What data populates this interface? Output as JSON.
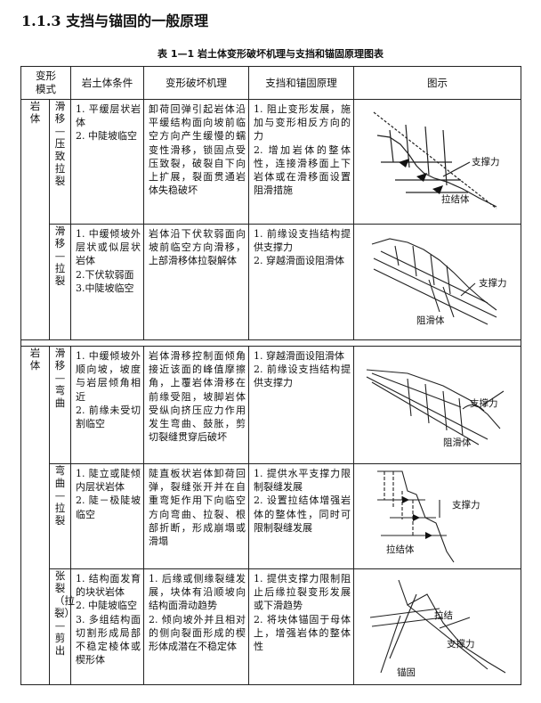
{
  "section_title": "1.1.3 支挡与锚固的一般原理",
  "table_caption": "表 1—1  岩土体变形破坏机理与支挡和锚固原理图表",
  "headers": {
    "deform_mode": "变形模式",
    "condition": "岩土体条件",
    "mechanism": "变形破坏机理",
    "principle": "支挡和锚固原理",
    "figure": "图示"
  },
  "groups": [
    {
      "category": "岩体"
    },
    {
      "category": "岩体"
    }
  ],
  "rows": [
    {
      "mode": "滑移—压致拉裂",
      "condition": "1. 平缓层状岩体\n2. 中陡坡临空",
      "mechanism": "卸荷回弹引起岩体沿平缓结构面向坡前临空方向产生缓慢的蠕变性滑移，锁固点受压致裂，破裂自下向上扩展，裂面贯通岩体失稳破坏",
      "principle": "1. 阻止变形发展，施加与变形相反方向的力\n2. 增加岩体的整体性，连接滑移面上下岩体或在滑移面设置阻滑措施",
      "labels": [
        "支撑力",
        "拉结体"
      ]
    },
    {
      "mode": "滑移—拉裂",
      "condition": "1. 中缓倾坡外层状或似层状岩体\n2.下伏软弱面\n3.中陡坡临空",
      "mechanism": "岩体沿下伏软弱面向坡前临空方向滑移，上部滑移体拉裂解体",
      "principle": "1. 前缘设支挡结构提供支撑力\n2. 穿越滑面设阻滑体",
      "labels": [
        "支撑力",
        "阻滑体"
      ]
    },
    {
      "mode": "滑移—弯曲",
      "condition": "1. 中缓倾坡外顺向坡，坡度与岩层倾角相近\n2. 前缘未受切割临空",
      "mechanism": "岩体滑移控制面倾角接近该面的峰值摩擦角，上覆岩体滑移在前缘受阻，坡脚岩体受纵向挤压应力作用发生弯曲、鼓胀，剪切裂缝贯穿后破坏",
      "principle": "1. 穿越滑面设阻滑体\n2. 前缘设支挡结构提供支撑力",
      "labels": [
        "支撑力",
        "阻滑体"
      ]
    },
    {
      "mode": "弯曲—拉裂",
      "condition": "1. 陡立或陡倾内层状岩体\n2. 陡－极陡坡临空",
      "mechanism": "陡直板状岩体卸荷回弹，裂缝张开并在自重弯矩作用下向临空方向弯曲、拉裂、根部折断，形成崩塌或滑塌",
      "principle": "1. 提供水平支撑力限制裂缝发展\n2. 设置拉结体增强岩体的整体性，同时可限制裂缝发展",
      "labels": [
        "支撑力",
        "拉结体"
      ]
    },
    {
      "mode": "张裂（拉裂）—剪出",
      "condition": "1. 结构面发育的块状岩体\n2. 中陡坡临空\n3. 多组结构面切割形成局部不稳定棱体或楔形体",
      "mechanism": "1. 后缘或侧缘裂缝发展，块体有沿顺坡向结构面滑动趋势\n2. 倾向坡外并且相对的侧向裂面形成的楔形体成潜在不稳定体",
      "principle": "1. 提供支撑力限制阻止后缘拉裂变形发展或下滑趋势\n2. 将块体锚固于母体上，增强岩体的整体性",
      "labels": [
        "拉结",
        "支撑力",
        "锚固"
      ]
    }
  ]
}
